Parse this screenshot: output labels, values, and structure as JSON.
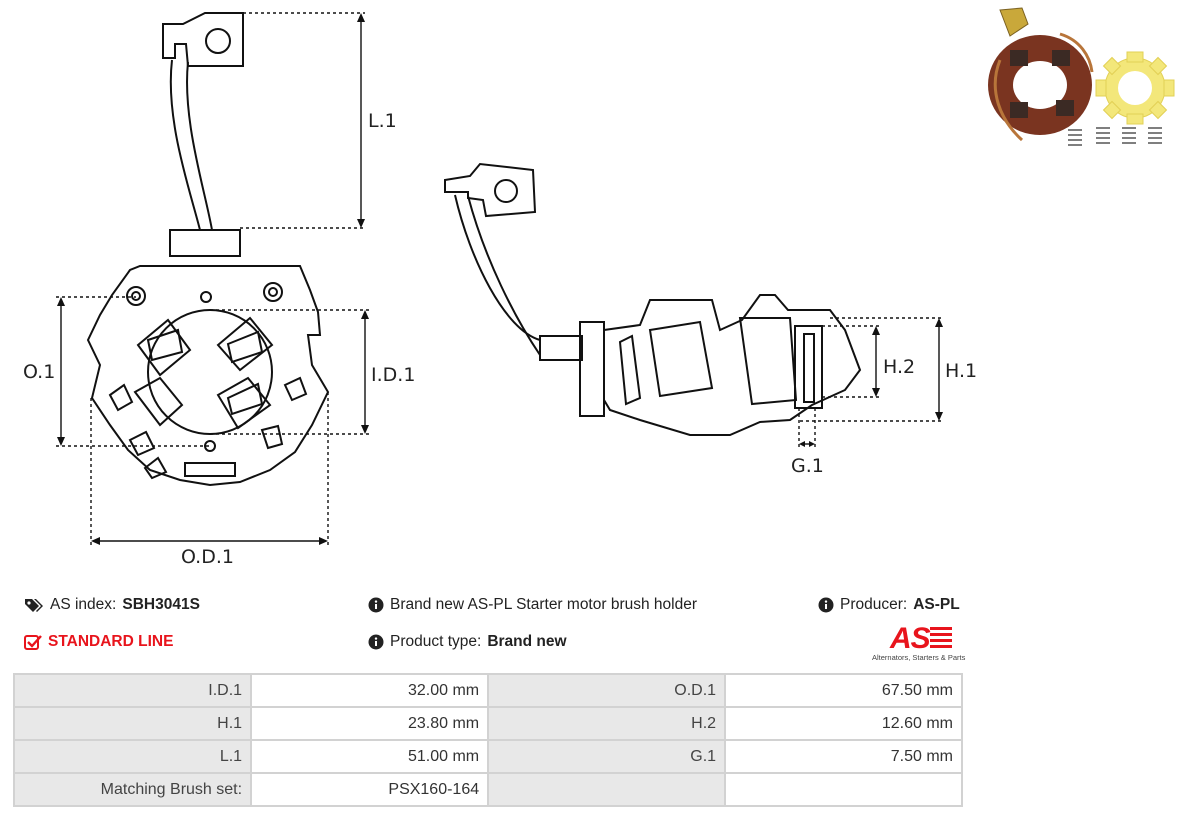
{
  "drawing": {
    "labels": {
      "l1": "L.1",
      "o1": "O.1",
      "id1": "I.D.1",
      "od1": "O.D.1",
      "h1": "H.1",
      "h2": "H.2",
      "g1": "G.1"
    }
  },
  "info": {
    "index_label": "AS index:",
    "index_value": "SBH3041S",
    "line": "STANDARD LINE",
    "description": "Brand new AS-PL Starter motor brush holder",
    "product_type_label": "Product type:",
    "product_type_value": "Brand new",
    "producer_label": "Producer:",
    "producer_value": "AS-PL"
  },
  "logo": {
    "mark": "AS",
    "tagline": "Alternators, Starters & Parts"
  },
  "colors": {
    "accent": "#e8141c",
    "label_bg": "#e8e8e8",
    "border": "#d2d2d2",
    "brush": "#8a3a22",
    "plate": "#f3e77a"
  },
  "specs": {
    "rows": [
      {
        "l1": "I.D.1",
        "v1": "32.00 mm",
        "l2": "O.D.1",
        "v2": "67.50 mm"
      },
      {
        "l1": "H.1",
        "v1": "23.80 mm",
        "l2": "H.2",
        "v2": "12.60 mm"
      },
      {
        "l1": "L.1",
        "v1": "51.00 mm",
        "l2": "G.1",
        "v2": "7.50 mm"
      },
      {
        "l1": "Matching Brush set:",
        "v1": "PSX160-164",
        "l2": "",
        "v2": ""
      }
    ]
  }
}
